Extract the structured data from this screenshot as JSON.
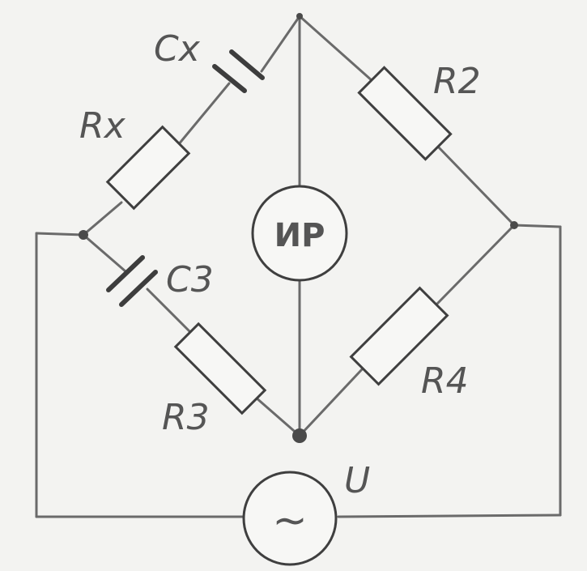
{
  "diagram": {
    "labels": {
      "cx": "Cx",
      "rx": "Rx",
      "c3": "C3",
      "r3": "R3",
      "r2": "R2",
      "r4": "R4",
      "indicator": "ИР",
      "source_symbol": "~",
      "source": "U"
    },
    "colors": {
      "paper": "#f3f3f1",
      "pencil": "#4a4a4a"
    }
  }
}
